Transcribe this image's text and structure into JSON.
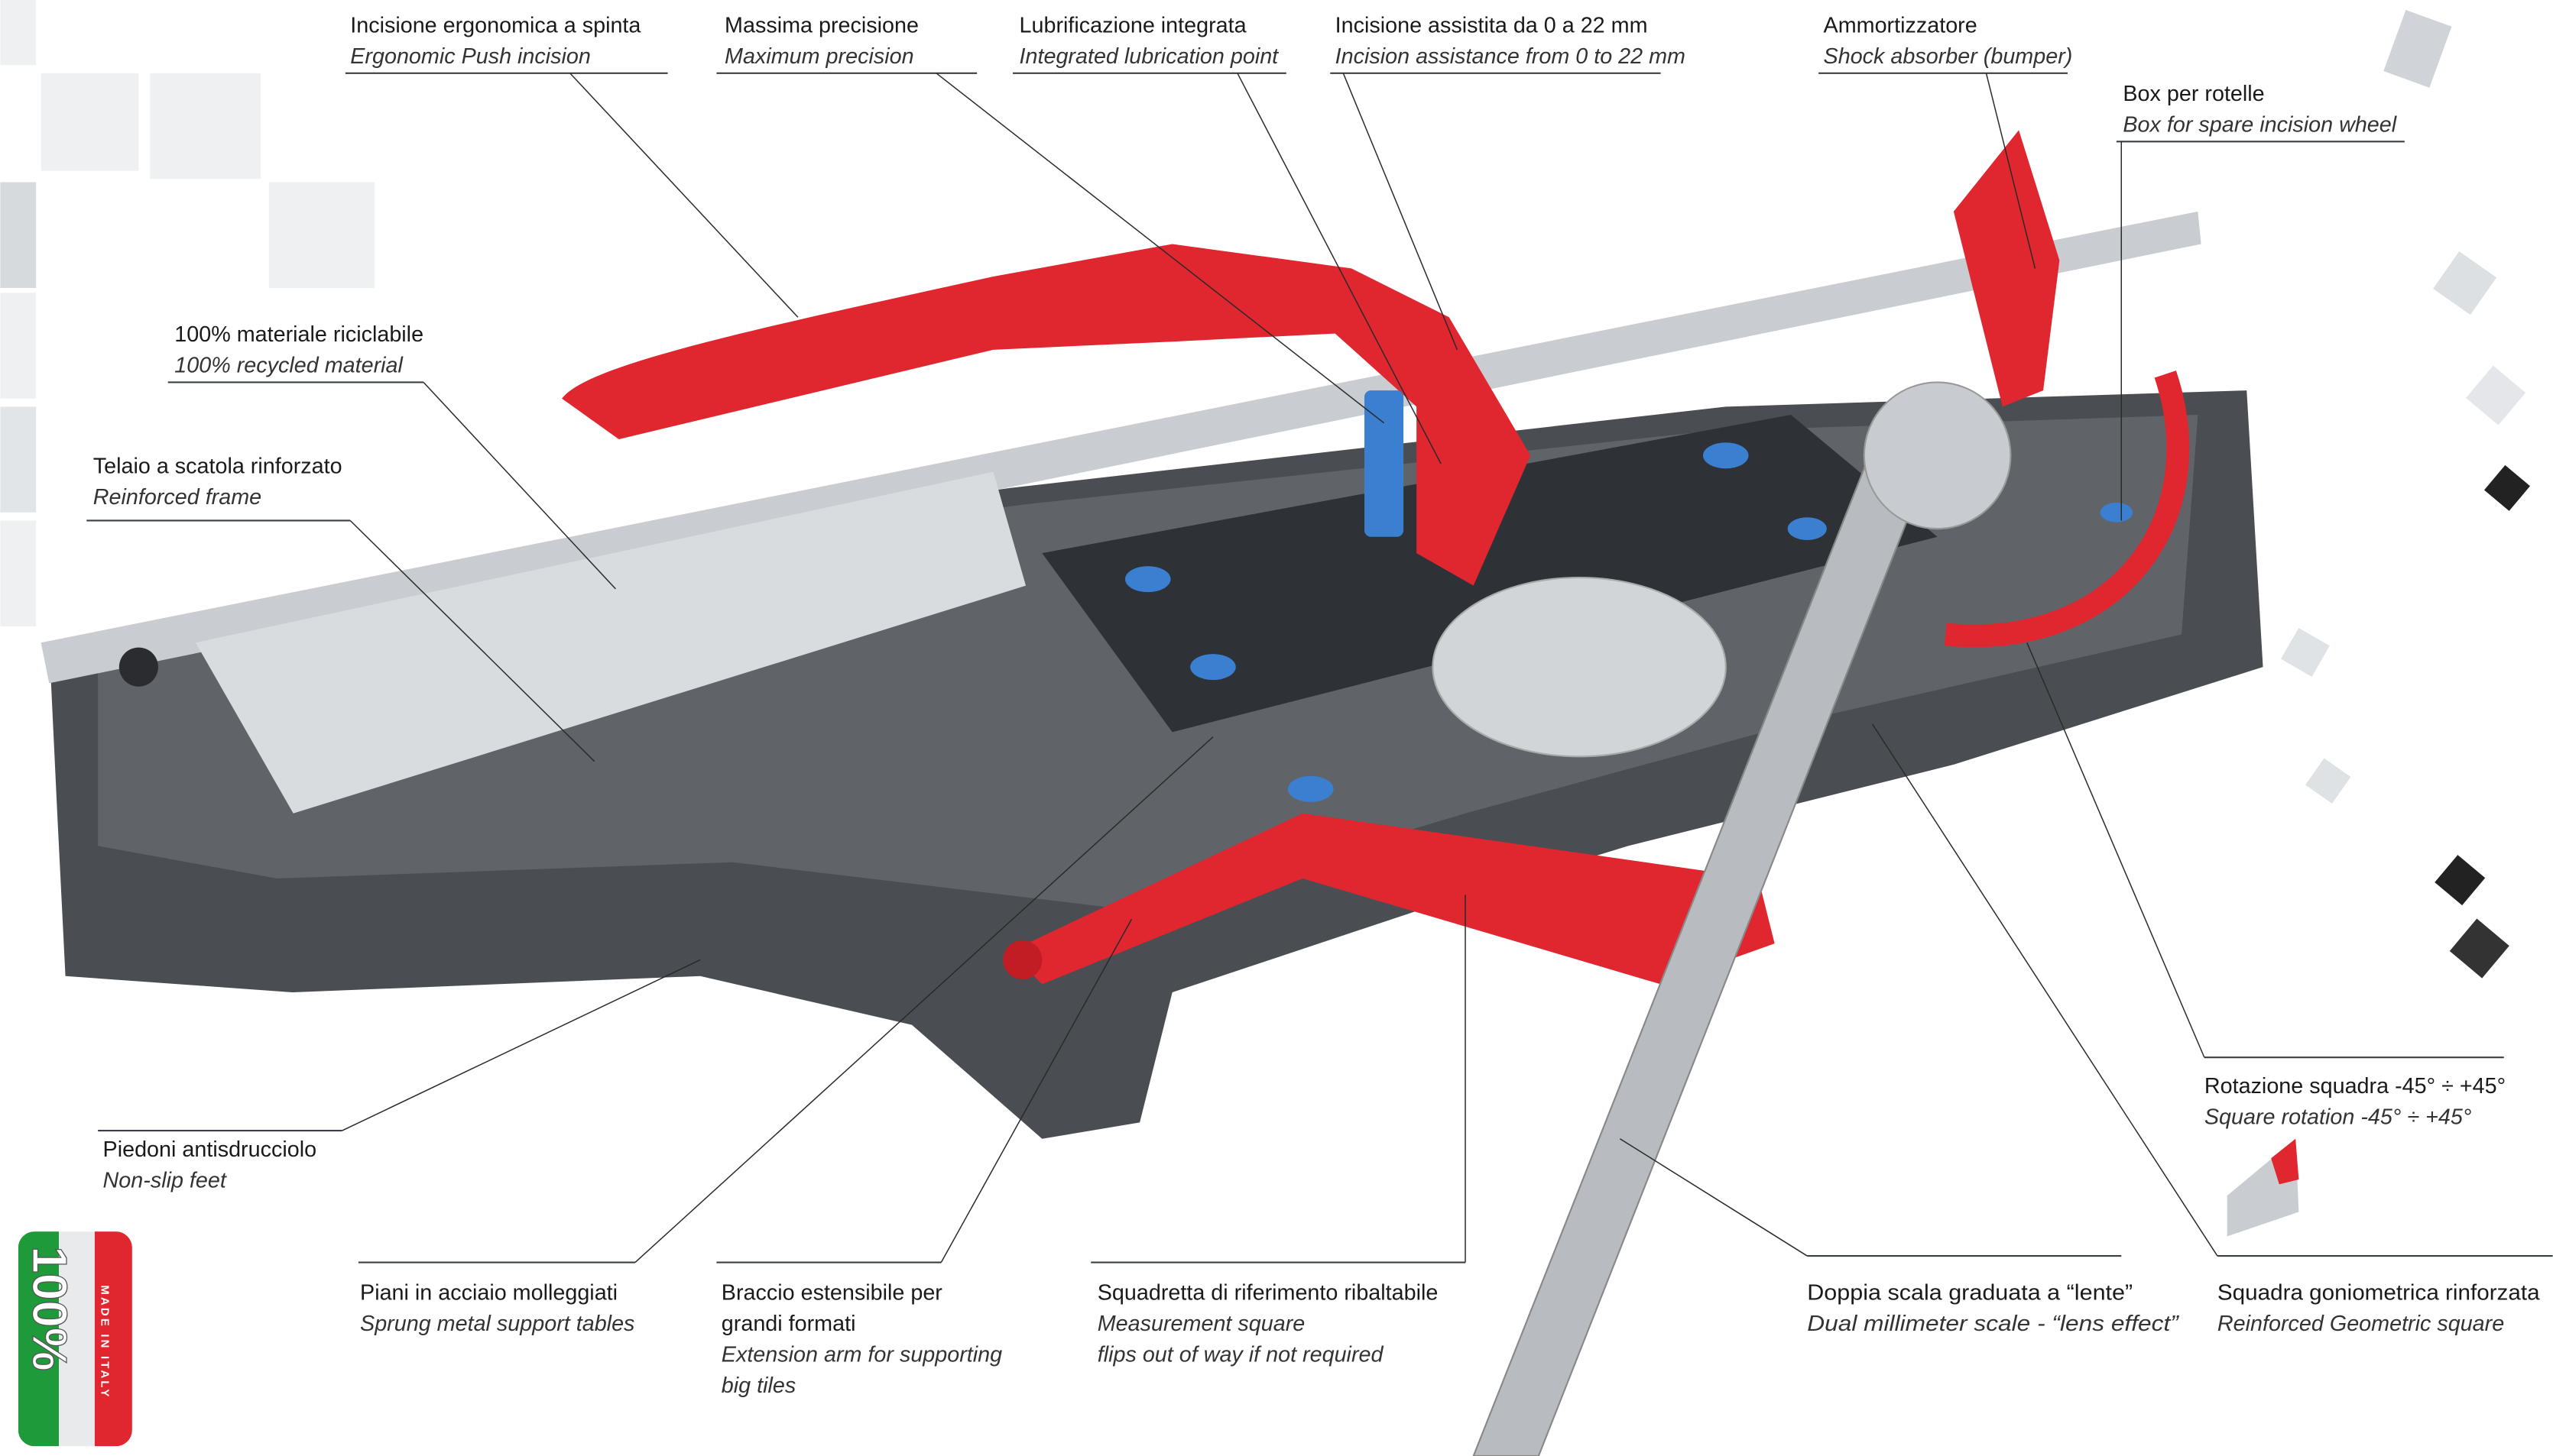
{
  "callouts": [
    {
      "it": "Incisione ergonomica a spinta",
      "en": "Ergonomic Push incision"
    },
    {
      "it": "Massima precisione",
      "en": "Maximum precision"
    },
    {
      "it": "Lubrificazione integrata",
      "en": "Integrated lubrication point"
    },
    {
      "it": "Incisione assistita da 0 a 22 mm",
      "en": "Incision assistance from 0 to 22 mm"
    },
    {
      "it": "Ammortizzatore",
      "en": "Shock absorber (bumper)"
    },
    {
      "it": "Box per rotelle",
      "en": "Box for spare incision wheel"
    },
    {
      "it": "100% materiale riciclabile",
      "en": "100% recycled material"
    },
    {
      "it": "Telaio a scatola rinforzato",
      "en": "Reinforced frame"
    },
    {
      "it": "Piedoni antisdrucciolo",
      "en": "Non-slip feet"
    },
    {
      "it": "Piani in acciaio molleggiati",
      "en": "Sprung metal support tables"
    },
    {
      "it": "Braccio estensibile per",
      "it2": "grandi formati",
      "en": "Extension arm for supporting",
      "en2": "big tiles"
    },
    {
      "it": "Squadretta di riferimento ribaltabile",
      "en": "Measurement square",
      "en2": "flips out of way if not required"
    },
    {
      "it": "Doppia scala graduata a “lente”",
      "en": "Dual millimeter scale - “lens effect”"
    },
    {
      "it": "Squadra goniometrica rinforzata",
      "en": "Reinforced Geometric square"
    },
    {
      "it": "Rotazione squadra -45° ÷ +45°",
      "en": "Square rotation -45° ÷ +45°"
    }
  ],
  "logo": {
    "big": "100%",
    "small": "MADE IN ITALY"
  },
  "colors": {
    "red": "#e0262f",
    "frame": "#4a4d52",
    "steel": "#c9ccd0",
    "blue": "#3a7fd0"
  }
}
